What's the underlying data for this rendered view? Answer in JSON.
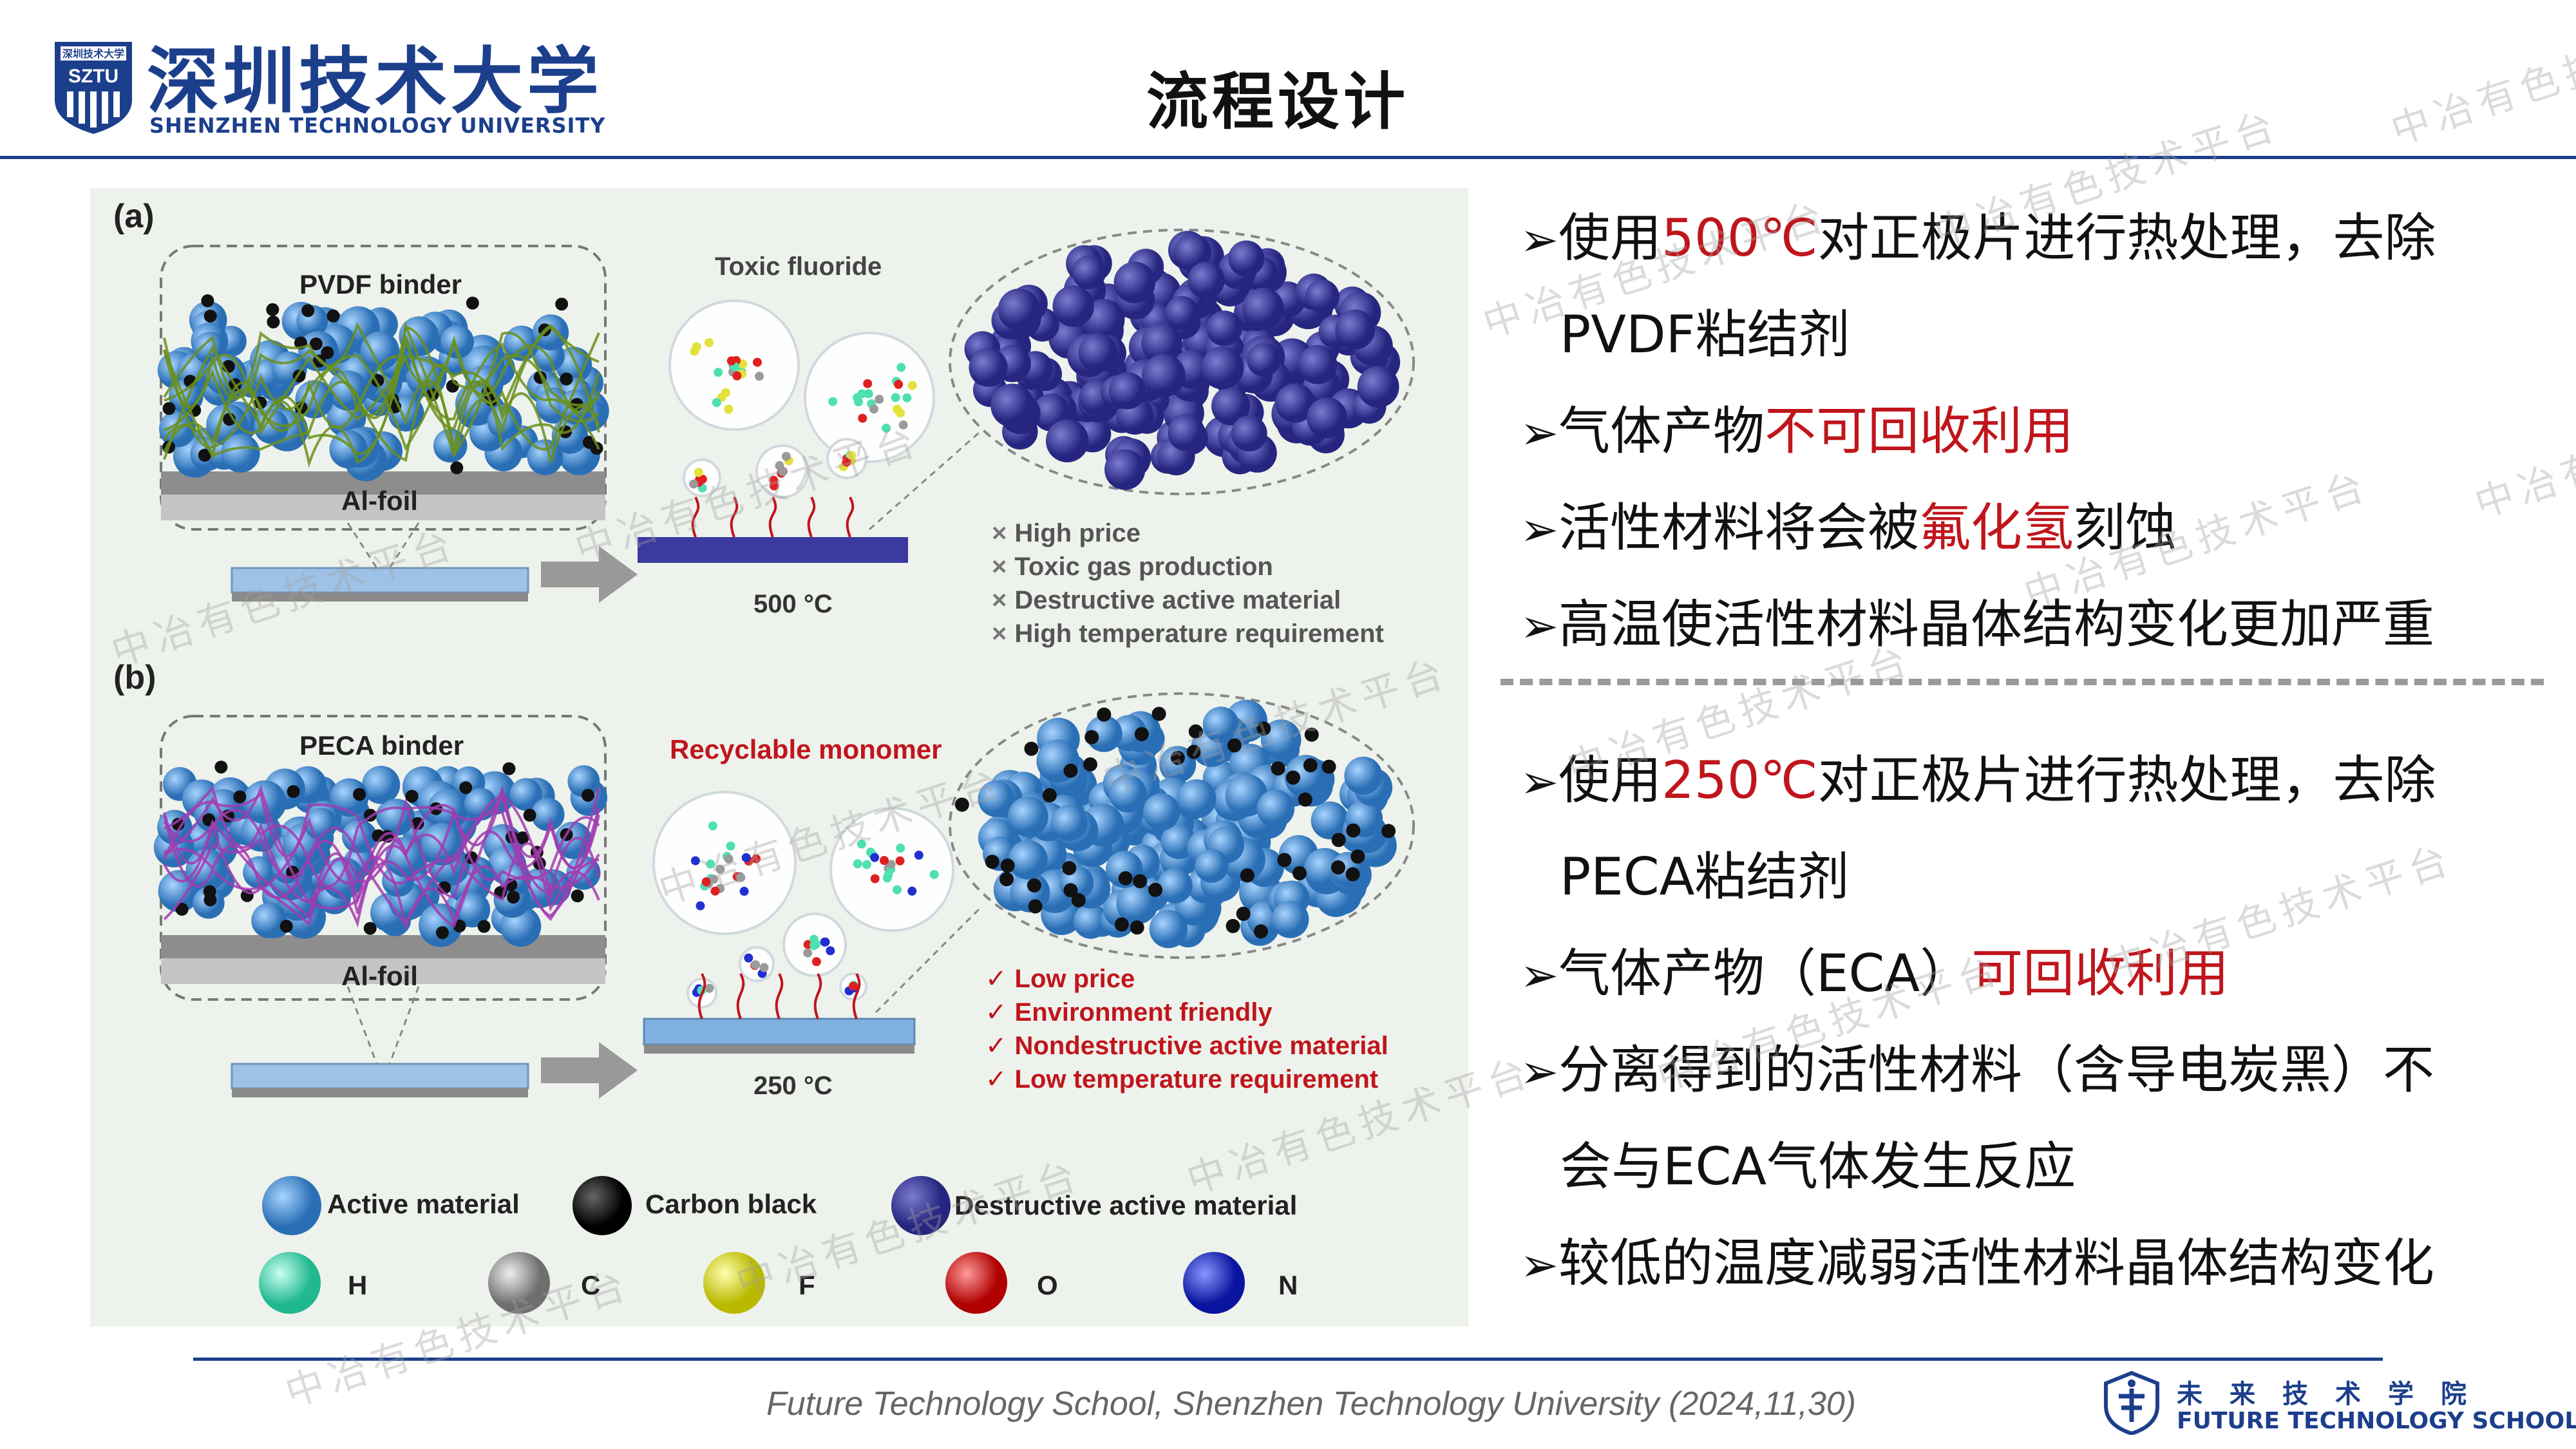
{
  "header": {
    "logo_cn": "深圳技术大学",
    "logo_en": "SHENZHEN TECHNOLOGY UNIVERSITY",
    "logo_badge_text": "SZTU",
    "logo_badge_top": "深圳技术大学",
    "title": "流程设计"
  },
  "figure": {
    "panel_a": {
      "label": "(a)",
      "binder": "PVDF binder",
      "foil": "Al-foil",
      "gas_title": "Toxic fluoride",
      "temperature": "500 °C",
      "cons": [
        "High price",
        "Toxic gas production",
        "Destructive active material",
        "High temperature requirement"
      ],
      "cons_mark": "×"
    },
    "panel_b": {
      "label": "(b)",
      "binder": "PECA binder",
      "foil": "Al-foil",
      "gas_title": "Recyclable monomer",
      "temperature": "250 °C",
      "pros": [
        "Low price",
        "Environment friendly",
        "Nondestructive active material",
        "Low temperature requirement"
      ],
      "pros_mark": "✓"
    },
    "legend": {
      "active": "Active material",
      "carbon": "Carbon black",
      "destructive": "Destructive active material",
      "H": "H",
      "C": "C",
      "F": "F",
      "O": "O",
      "N": "N"
    },
    "colors": {
      "active": "#3f8fd2",
      "carbon": "#111111",
      "destructive": "#3a3a9c",
      "H": "#4fe0b0",
      "C": "#9a9a9a",
      "F": "#e2e23a",
      "O": "#e02020",
      "N": "#2030d0"
    }
  },
  "bullets": {
    "arrow": "➢",
    "top": [
      {
        "pre": "使用",
        "red": "500℃",
        "post": "对正极片进行热处理，去除"
      },
      {
        "pre": "PVDF粘结剂",
        "red": "",
        "post": ""
      },
      {
        "pre": "气体产物",
        "red": "不可回收利用",
        "post": ""
      },
      {
        "pre": "活性材料将会被",
        "red": "氟化氢",
        "post": "刻蚀"
      },
      {
        "pre": "高温使活性材料晶体结构变化更加严重",
        "red": "",
        "post": ""
      }
    ],
    "bottom": [
      {
        "pre": "使用",
        "red": "250℃",
        "post": "对正极片进行热处理，去除"
      },
      {
        "pre": "PECA粘结剂",
        "red": "",
        "post": ""
      },
      {
        "pre": "气体产物（ECA）",
        "red": "可回收利用",
        "post": ""
      },
      {
        "pre": "分离得到的活性材料（含导电炭黑）不",
        "red": "",
        "post": ""
      },
      {
        "pre": "会与ECA气体发生反应",
        "red": "",
        "post": ""
      },
      {
        "pre": "较低的温度减弱活性材料晶体结构变化",
        "red": "",
        "post": ""
      }
    ]
  },
  "footer": {
    "text": "Future Technology School, Shenzhen Technology University (2024,11,30)",
    "school_cn": "未来技术学院",
    "school_en": "FUTURE TECHNOLOGY SCHOOL"
  },
  "watermark": "中冶有色技术平台",
  "palette": {
    "brand_blue": "#1c3f8c",
    "highlight_red": "#c0151c"
  }
}
